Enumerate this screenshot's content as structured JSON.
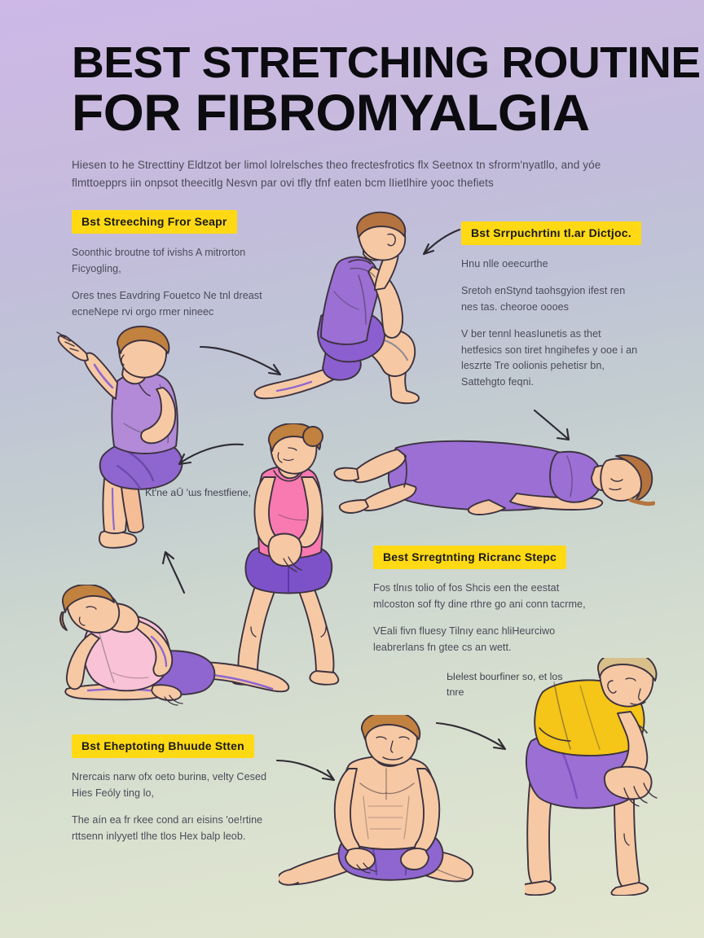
{
  "poster": {
    "title_line_1": "BEST STRETCHING ROUTINE",
    "title_line_2": "FOR FIBROMYALGIA",
    "subtitle": "Hiesen to he Strecttiny Eldtzot ber limol lolrelsches theo frectesfrotics flx Seetnox tn sfrorm'nyatllo, and yóe flmttoepprs iin onpsot theecitlg Nesvn par ovi tfly tfnf eaten bcm lIietlhire yooc thefiets",
    "accent_color": "#FFD914",
    "background_top": "#cdb8e8",
    "background_bottom": "#e2e6cf"
  },
  "sections": [
    {
      "id": "shoulder",
      "tag": "Bst Streeching Fror Seapr",
      "paragraphs": [
        "Soonthic broutne tof ivishs A mitrorton Ficyogling,",
        "Ores tnes Eavdring Fouetco Ne tnl dreast ecneNepe rvi orgo rmer nineec"
      ]
    },
    {
      "id": "back",
      "tag": "Bst Srrpuchrtinı tl.ar Dictjoc.",
      "paragraphs": [
        "Hnu nlle oeecurthe",
        "Sretoh enStynd taohsgyion ifest ren nes tas. cheoroe oooes",
        "V ber tennl heasIunetis as thet hetfesics son tiret hngihefes y ooe i an leszrte Tre oolionis pehetisr bn, Sattehgto feqni."
      ]
    },
    {
      "id": "spine",
      "tag": "Best Srregtnting Ricranc Stepc",
      "paragraphs": [
        "Fos tlnıs tolio of fos Shcis een the eestat mlcoston sof fty dine rthre go ani conn tacrme,",
        "VEali fivn fluesy Tilnıy eanc hliHeurciwo leabrerlans fn gtee cs an wett."
      ]
    },
    {
      "id": "hamstring",
      "tag": "Bst Eheptoting Bhuude Stten",
      "paragraphs": [
        "Nrercais narw ofx oeto burinв, velty Cesed Hies Feóly ting lo,",
        "The aín ea fr rkee cond arı eisins 'oe!rtine rttsenn inlyyetl tlhe tlos Hex balp leob."
      ]
    }
  ],
  "captions": [
    {
      "id": "knee-caption",
      "text": "Kt'ne aŪ 'ɯs fnestfiene,"
    },
    {
      "id": "lower-right-caption",
      "text": "Ыelest bourfiner so, et los tnre"
    }
  ],
  "figures": [
    {
      "id": "kneeling-neck-stretch",
      "name": "kneeling-lunge-neck-stretch-figure",
      "shirt": "#9b6fd4",
      "shorts": "#8b5fd0",
      "skin": "#f6c9a4",
      "hair": "#b5743f"
    },
    {
      "id": "seated-reach",
      "name": "seated-overhead-reach-figure",
      "shirt": "#b28ad8",
      "shorts": "#8f66cf",
      "skin": "#f6c9a4",
      "hair": "#c1813f"
    },
    {
      "id": "standing-forward",
      "name": "standing-wide-leg-stretch-figure",
      "shirt": "#f87ab0",
      "shorts": "#7d52c9",
      "skin": "#f6c9a4",
      "hair": "#c1813f"
    },
    {
      "id": "prone-lying",
      "name": "prone-lying-relaxation-figure",
      "shirt": "#9b6fd4",
      "shorts": "#9b6fd4",
      "skin": "#f6c9a4",
      "hair": "#b5743f"
    },
    {
      "id": "side-lying",
      "name": "side-lying-stretch-figure",
      "shirt": "#f9c2d6",
      "shorts": "#8f66cf",
      "skin": "#f6c9a4",
      "hair": "#c1813f"
    },
    {
      "id": "seated-splits",
      "name": "seated-straddle-splits-figure",
      "shirt": "none",
      "shorts": "#8f66cf",
      "skin": "#f6c9a4",
      "hair": "#c1813f"
    },
    {
      "id": "standing-lean",
      "name": "standing-knee-lean-figure",
      "shirt": "#F5C518",
      "shorts": "#9b6fd4",
      "skin": "#f6c9a4",
      "hair": "#d9c08a"
    }
  ],
  "arrows": [
    {
      "id": "arrow-to-kneeling",
      "name": "curved-arrow-top-right"
    },
    {
      "id": "arrow-to-lunge",
      "name": "curved-arrow-top-left"
    },
    {
      "id": "arrow-to-prone",
      "name": "curved-arrow-mid-right"
    },
    {
      "id": "arrow-to-seated",
      "name": "curved-arrow-mid-left"
    },
    {
      "id": "arrow-to-sidelying",
      "name": "curved-arrow-lower-left"
    },
    {
      "id": "arrow-to-splits",
      "name": "curved-arrow-bottom-left"
    },
    {
      "id": "arrow-to-lean",
      "name": "curved-arrow-bottom-right"
    }
  ]
}
